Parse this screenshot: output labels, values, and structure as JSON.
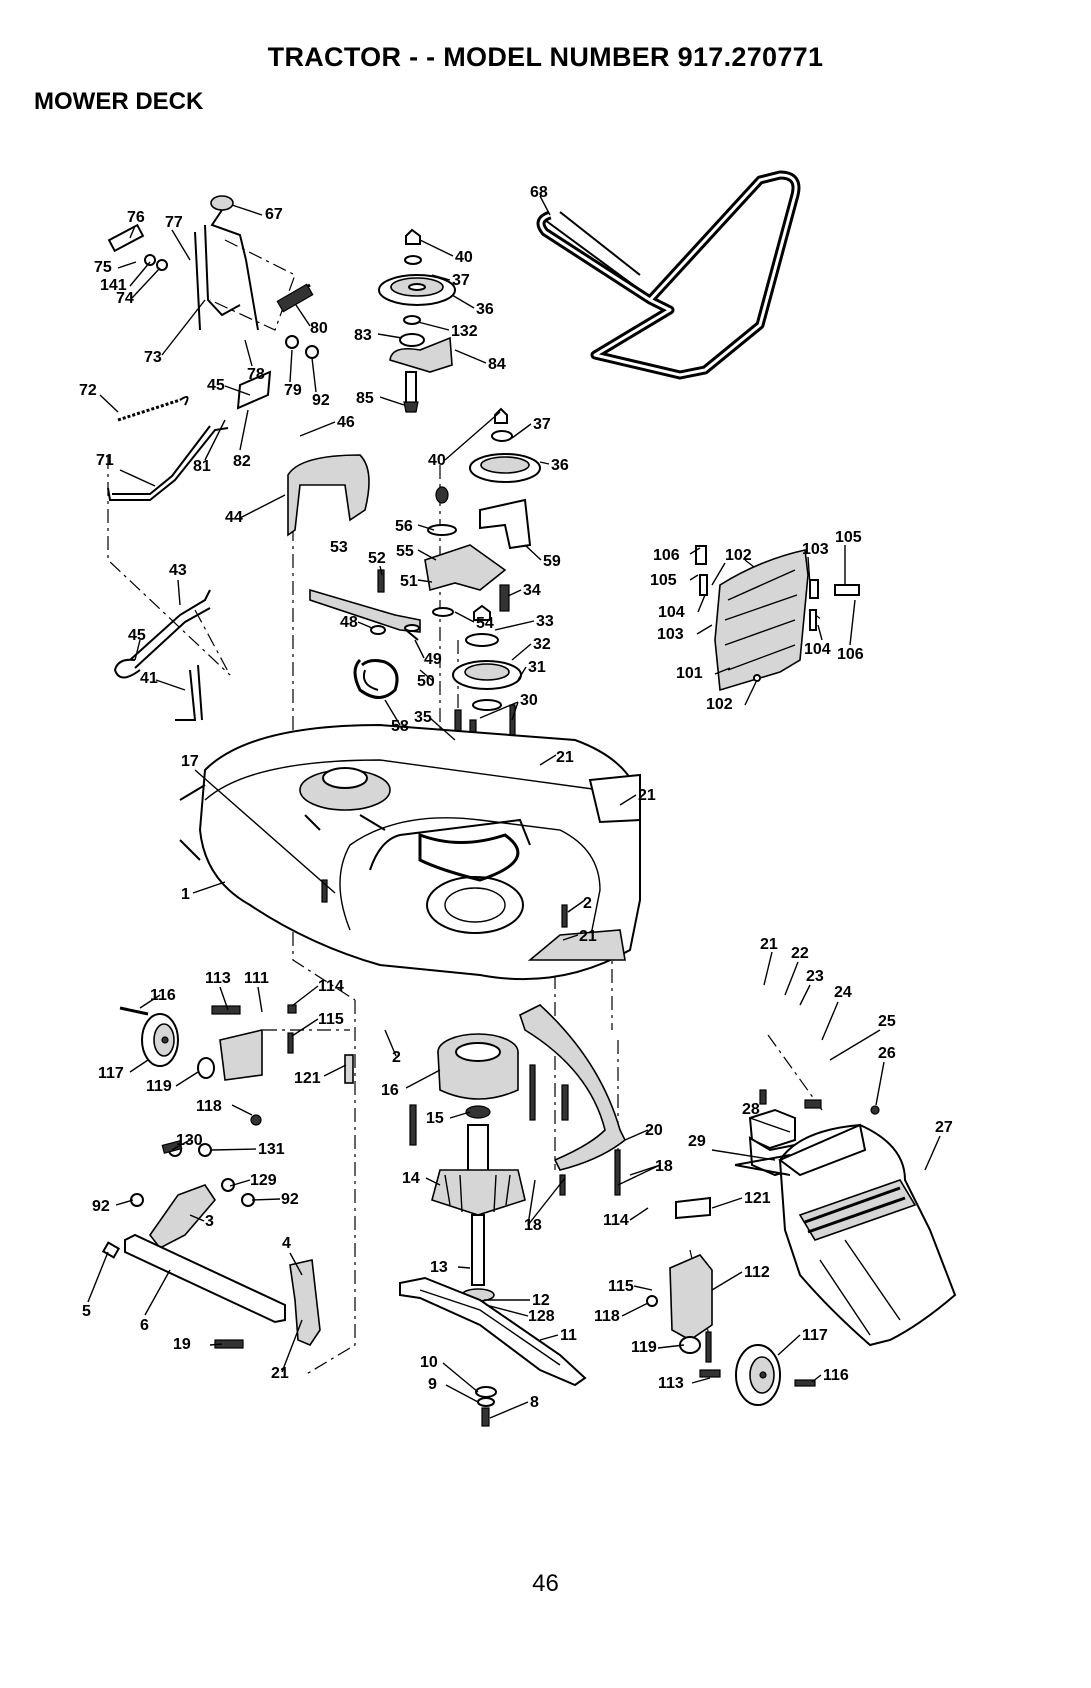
{
  "header": {
    "title": "TRACTOR - - MODEL NUMBER 917.270771",
    "section": "MOWER DECK"
  },
  "footer": {
    "page_number": "46"
  },
  "diagram": {
    "callouts": [
      {
        "id": "c76",
        "label": "76"
      },
      {
        "id": "c77",
        "label": "77"
      },
      {
        "id": "c67",
        "label": "67"
      },
      {
        "id": "c75",
        "label": "75"
      },
      {
        "id": "c141",
        "label": "141"
      },
      {
        "id": "c74",
        "label": "74"
      },
      {
        "id": "c80",
        "label": "80"
      },
      {
        "id": "c73",
        "label": "73"
      },
      {
        "id": "c78",
        "label": "78"
      },
      {
        "id": "c79",
        "label": "79"
      },
      {
        "id": "c92a",
        "label": "92"
      },
      {
        "id": "c45a",
        "label": "45"
      },
      {
        "id": "c72",
        "label": "72"
      },
      {
        "id": "c81",
        "label": "81"
      },
      {
        "id": "c82",
        "label": "82"
      },
      {
        "id": "c46",
        "label": "46"
      },
      {
        "id": "c71",
        "label": "71"
      },
      {
        "id": "c44",
        "label": "44"
      },
      {
        "id": "c43",
        "label": "43"
      },
      {
        "id": "c45b",
        "label": "45"
      },
      {
        "id": "c41",
        "label": "41"
      },
      {
        "id": "c40a",
        "label": "40"
      },
      {
        "id": "c37a",
        "label": "37"
      },
      {
        "id": "c36a",
        "label": "36"
      },
      {
        "id": "c83",
        "label": "83"
      },
      {
        "id": "c132",
        "label": "132"
      },
      {
        "id": "c84",
        "label": "84"
      },
      {
        "id": "c85",
        "label": "85"
      },
      {
        "id": "c68",
        "label": "68"
      },
      {
        "id": "c37b",
        "label": "37"
      },
      {
        "id": "c40b",
        "label": "40"
      },
      {
        "id": "c36b",
        "label": "36"
      },
      {
        "id": "c56",
        "label": "56"
      },
      {
        "id": "c55",
        "label": "55"
      },
      {
        "id": "c59",
        "label": "59"
      },
      {
        "id": "c53",
        "label": "53"
      },
      {
        "id": "c52",
        "label": "52"
      },
      {
        "id": "c51",
        "label": "51"
      },
      {
        "id": "c34",
        "label": "34"
      },
      {
        "id": "c48",
        "label": "48"
      },
      {
        "id": "c54",
        "label": "54"
      },
      {
        "id": "c33",
        "label": "33"
      },
      {
        "id": "c49",
        "label": "49"
      },
      {
        "id": "c32",
        "label": "32"
      },
      {
        "id": "c50",
        "label": "50"
      },
      {
        "id": "c31",
        "label": "31"
      },
      {
        "id": "c58",
        "label": "58"
      },
      {
        "id": "c35",
        "label": "35"
      },
      {
        "id": "c30",
        "label": "30"
      },
      {
        "id": "c106a",
        "label": "106"
      },
      {
        "id": "c102a",
        "label": "102"
      },
      {
        "id": "c103a",
        "label": "103"
      },
      {
        "id": "c105a",
        "label": "105"
      },
      {
        "id": "c105b",
        "label": "105"
      },
      {
        "id": "c104a",
        "label": "104"
      },
      {
        "id": "c103b",
        "label": "103"
      },
      {
        "id": "c104b",
        "label": "104"
      },
      {
        "id": "c106b",
        "label": "106"
      },
      {
        "id": "c101",
        "label": "101"
      },
      {
        "id": "c102b",
        "label": "102"
      },
      {
        "id": "c17",
        "label": "17"
      },
      {
        "id": "c21a",
        "label": "21"
      },
      {
        "id": "c21b",
        "label": "21"
      },
      {
        "id": "c1",
        "label": "1"
      },
      {
        "id": "c2a",
        "label": "2"
      },
      {
        "id": "c21c",
        "label": "21"
      },
      {
        "id": "c113a",
        "label": "113"
      },
      {
        "id": "c111",
        "label": "111"
      },
      {
        "id": "c114a",
        "label": "114"
      },
      {
        "id": "c116a",
        "label": "116"
      },
      {
        "id": "c115a",
        "label": "115"
      },
      {
        "id": "c2b",
        "label": "2"
      },
      {
        "id": "c117a",
        "label": "117"
      },
      {
        "id": "c119a",
        "label": "119"
      },
      {
        "id": "c121a",
        "label": "121"
      },
      {
        "id": "c16",
        "label": "16"
      },
      {
        "id": "c118a",
        "label": "118"
      },
      {
        "id": "c21d",
        "label": "21"
      },
      {
        "id": "c22",
        "label": "22"
      },
      {
        "id": "c23",
        "label": "23"
      },
      {
        "id": "c24",
        "label": "24"
      },
      {
        "id": "c25",
        "label": "25"
      },
      {
        "id": "c26",
        "label": "26"
      },
      {
        "id": "c28",
        "label": "28"
      },
      {
        "id": "c27",
        "label": "27"
      },
      {
        "id": "c29",
        "label": "29"
      },
      {
        "id": "c15",
        "label": "15"
      },
      {
        "id": "c20",
        "label": "20"
      },
      {
        "id": "c130",
        "label": "130"
      },
      {
        "id": "c131",
        "label": "131"
      },
      {
        "id": "c129",
        "label": "129"
      },
      {
        "id": "c14",
        "label": "14"
      },
      {
        "id": "c18a",
        "label": "18"
      },
      {
        "id": "c92b",
        "label": "92"
      },
      {
        "id": "c92c",
        "label": "92"
      },
      {
        "id": "c3",
        "label": "3"
      },
      {
        "id": "c18b",
        "label": "18"
      },
      {
        "id": "c114b",
        "label": "114"
      },
      {
        "id": "c121b",
        "label": "121"
      },
      {
        "id": "c4",
        "label": "4"
      },
      {
        "id": "c13",
        "label": "13"
      },
      {
        "id": "c112",
        "label": "112"
      },
      {
        "id": "c5",
        "label": "5"
      },
      {
        "id": "c6",
        "label": "6"
      },
      {
        "id": "c12",
        "label": "12"
      },
      {
        "id": "c128",
        "label": "128"
      },
      {
        "id": "c115b",
        "label": "115"
      },
      {
        "id": "c118b",
        "label": "118"
      },
      {
        "id": "c11",
        "label": "11"
      },
      {
        "id": "c19",
        "label": "19"
      },
      {
        "id": "c119b",
        "label": "119"
      },
      {
        "id": "c117b",
        "label": "117"
      },
      {
        "id": "c21e",
        "label": "21"
      },
      {
        "id": "c10",
        "label": "10"
      },
      {
        "id": "c9",
        "label": "9"
      },
      {
        "id": "c8",
        "label": "8"
      },
      {
        "id": "c113b",
        "label": "113"
      },
      {
        "id": "c116b",
        "label": "116"
      }
    ]
  }
}
